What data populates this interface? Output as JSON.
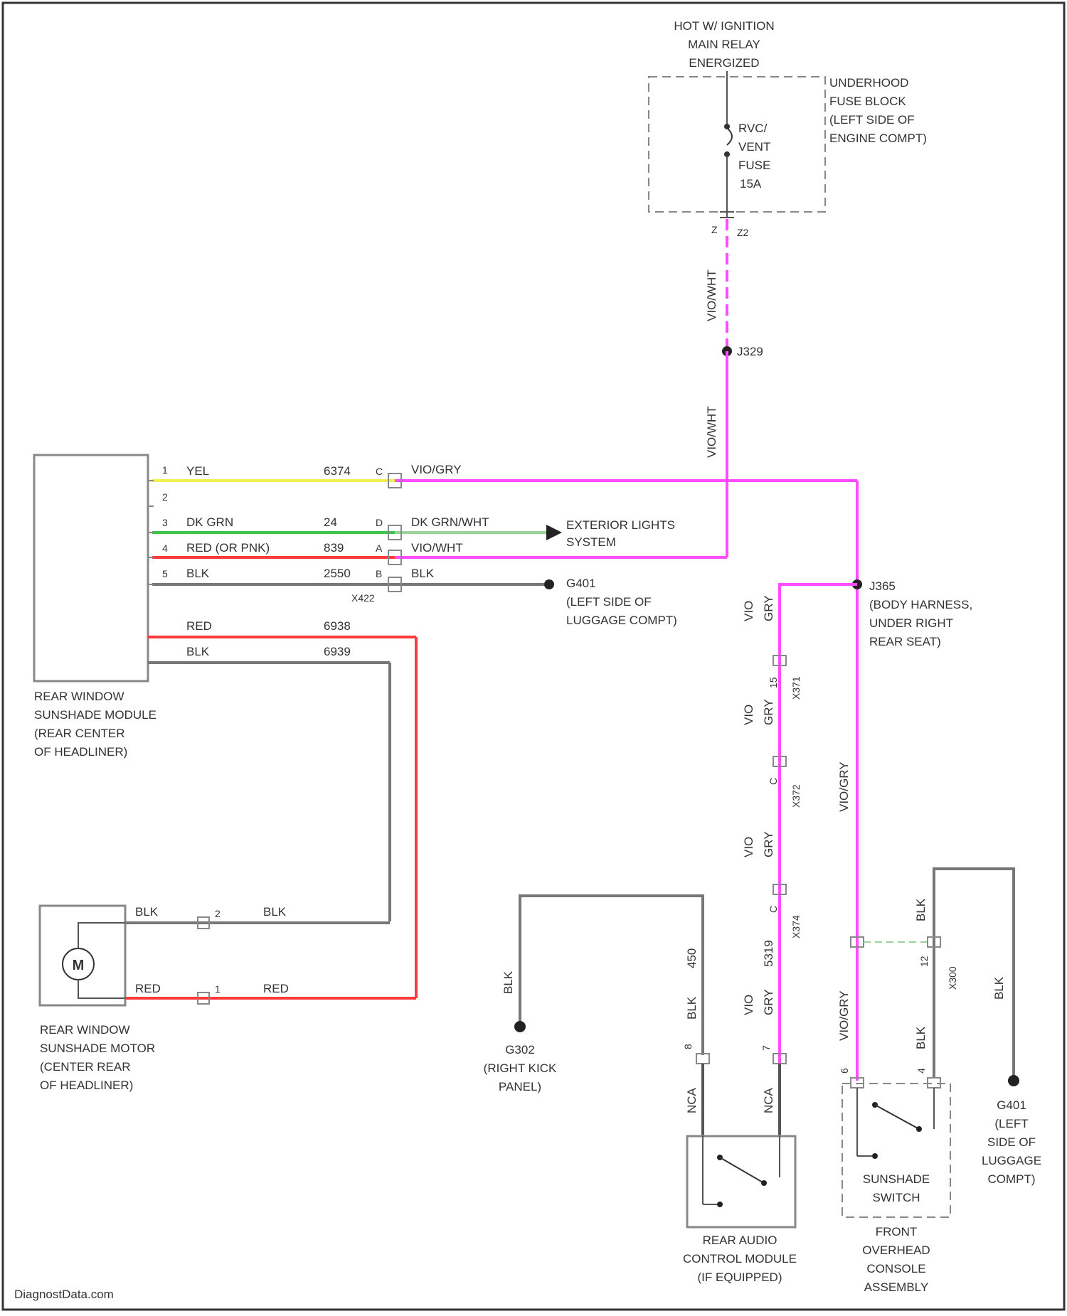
{
  "colors": {
    "pink": "#ff4dff",
    "yellow": "#f0f050",
    "green": "#3cc44a",
    "red": "#ff3a3a",
    "gray": "#777777",
    "light_green": "#9ad29a"
  },
  "power": {
    "source_l1": "HOT W/ IGNITION",
    "source_l2": "MAIN RELAY",
    "source_l3": "ENERGIZED",
    "fuse_block_l1": "UNDERHOOD",
    "fuse_block_l2": "FUSE BLOCK",
    "fuse_block_l3": "(LEFT SIDE OF",
    "fuse_block_l4": "ENGINE COMPT)",
    "fuse_l1": "RVC/",
    "fuse_l2": "VENT",
    "fuse_l3": "FUSE",
    "fuse_l4": "15A",
    "pin_left": "Z",
    "pin_right": "Z2",
    "wire1": "VIO/WHT",
    "splice_top": "J329",
    "wire2": "VIO/WHT"
  },
  "module": {
    "name_l1": "REAR WINDOW",
    "name_l2": "SUNSHADE MODULE",
    "name_l3": "(REAR CENTER",
    "name_l4": "OF HEADLINER)",
    "rows": [
      {
        "pin": "1",
        "color": "YEL",
        "circuit": "6374",
        "pin2": "C",
        "color2": "VIO/GRY"
      },
      {
        "pin": "2"
      },
      {
        "pin": "3",
        "color": "DK GRN",
        "circuit": "24",
        "pin2": "D",
        "color2": "DK GRN/WHT"
      },
      {
        "pin": "4",
        "color": "RED (OR PNK)",
        "circuit": "839",
        "pin2": "A",
        "color2": "VIO/WHT"
      },
      {
        "pin": "5",
        "color": "BLK",
        "circuit": "2550",
        "pin2": "B",
        "color2": "BLK"
      }
    ],
    "connector": "X422",
    "motor_red_color": "RED",
    "motor_red_circuit": "6938",
    "motor_blk_color": "BLK",
    "motor_blk_circuit": "6939"
  },
  "exterior_lights_l1": "EXTERIOR LIGHTS",
  "exterior_lights_l2": "SYSTEM",
  "g401_a": {
    "l1": "G401",
    "l2": "(LEFT SIDE OF",
    "l3": "LUGGAGE COMPT)"
  },
  "j365": {
    "l1": "J365",
    "l2": "(BODY HARNESS,",
    "l3": "UNDER RIGHT",
    "l4": "REAR SEAT)"
  },
  "motor": {
    "symbol": "M",
    "blk_left": "BLK",
    "pin2": "2",
    "blk_right": "BLK",
    "red_left": "RED",
    "pin1": "1",
    "red_right": "RED",
    "name_l1": "REAR WINDOW",
    "name_l2": "SUNSHADE MOTOR",
    "name_l3": "(CENTER REAR",
    "name_l4": "OF HEADLINER)"
  },
  "vio_chain": {
    "seg1_a": "VIO",
    "seg1_b": "GRY",
    "c1_pin": "15",
    "c1_name": "X371",
    "seg2_a": "VIO",
    "seg2_b": "GRY",
    "c2_pin": "C",
    "c2_name": "X372",
    "seg3_a": "VIO",
    "seg3_b": "GRY",
    "c3_pin": "C",
    "c3_name": "X374",
    "seg4_a": "VIO",
    "seg4_b": "GRY",
    "seg4_c": "5319",
    "pin_bottom": "7",
    "wire_bottom": "NCA"
  },
  "g302": {
    "wire": "BLK",
    "l1": "G302",
    "l2": "(RIGHT KICK",
    "l3": "PANEL)"
  },
  "audio_blk": {
    "wire": "BLK",
    "circuit": "450",
    "pin": "8",
    "wire_bottom": "NCA"
  },
  "audio_module": {
    "l1": "REAR AUDIO",
    "l2": "CONTROL MODULE",
    "l3": "(IF EQUIPPED)"
  },
  "sunshade_side": {
    "vio_gry": "VIO/GRY",
    "vio_gry2": "VIO/GRY",
    "pin_6": "6",
    "blk_top": "BLK",
    "pin_12": "12",
    "circuit": "X300",
    "blk_mid": "BLK",
    "pin_4": "4",
    "blk_right": "BLK",
    "switch_l1": "SUNSHADE",
    "switch_l2": "SWITCH",
    "console_l1": "FRONT",
    "console_l2": "OVERHEAD",
    "console_l3": "CONSOLE",
    "console_l4": "ASSEMBLY"
  },
  "g401_b": {
    "l1": "G401",
    "l2": "(LEFT",
    "l3": "SIDE OF",
    "l4": "LUGGAGE",
    "l5": "COMPT)"
  },
  "watermark": "DiagnostData.com"
}
